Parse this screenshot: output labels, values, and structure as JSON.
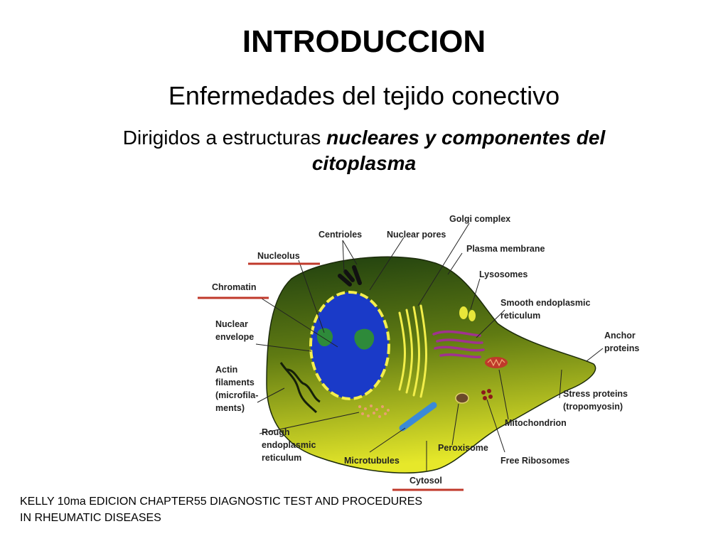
{
  "slide": {
    "title": "INTRODUCCION",
    "subtitle": "Enfermedades del tejido conectivo",
    "description_prefix": "Dirigidos a estructuras ",
    "description_emphasis": "nucleares y componentes del citoplasma",
    "citation_line1": "KELLY 10ma EDICION CHAPTER55 DIAGNOSTIC TEST AND PROCEDURES",
    "citation_line2": "IN RHEUMATIC DISEASES"
  },
  "diagram": {
    "labels": {
      "centrioles": "Centrioles",
      "nuclear_pores": "Nuclear pores",
      "golgi_complex": "Golgi complex",
      "nucleolus": "Nucleolus",
      "plasma_membrane": "Plasma membrane",
      "chromatin": "Chromatin",
      "lysosomes": "Lysosomes",
      "smooth_er_1": "Smooth endoplasmic",
      "smooth_er_2": "reticulum",
      "nuclear_envelope_1": "Nuclear",
      "nuclear_envelope_2": "envelope",
      "anchor_proteins_1": "Anchor",
      "anchor_proteins_2": "proteins",
      "actin_1": "Actin",
      "actin_2": "filaments",
      "actin_3": "(microfila-",
      "actin_4": "ments)",
      "stress_proteins_1": "Stress proteins",
      "stress_proteins_2": "(tropomyosin)",
      "mitochondrion": "Mitochondrion",
      "rough_er_1": "Rough",
      "rough_er_2": "endoplasmic",
      "rough_er_3": "reticulum",
      "peroxisome": "Peroxisome",
      "microtubules": "Microtubules",
      "free_ribosomes": "Free Ribosomes",
      "cytosol": "Cytosol"
    },
    "colors": {
      "cell_dark": "#1f3f10",
      "cell_mid": "#5f7a12",
      "cell_light": "#e6e82a",
      "nucleus": "#1a3ac8",
      "nucleolus": "#2e8a3a",
      "golgi": "#f2ee4a",
      "smooth_er": "#a0328f",
      "underline": "#c0392b"
    }
  }
}
